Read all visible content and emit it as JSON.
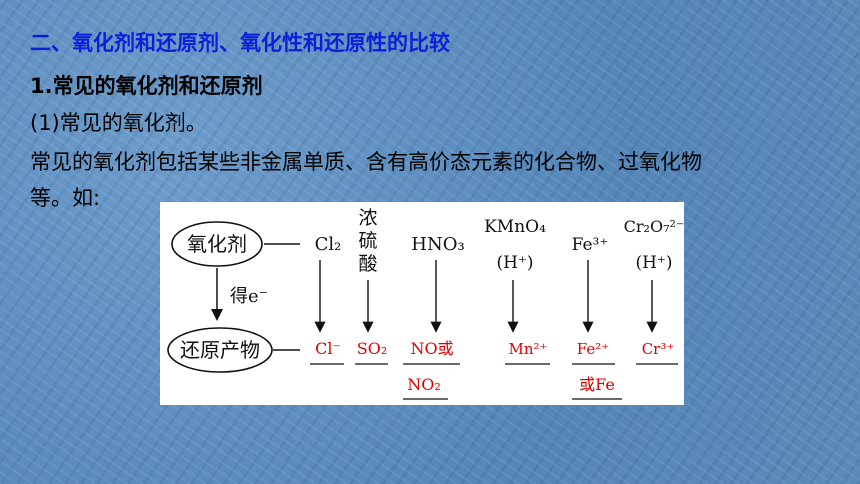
{
  "heading": "二、氧化剂和还原剂、氧化性和还原性的比较",
  "subheading": "1.常见的氧化剂和还原剂",
  "subsection": "(1)常见的氧化剂。",
  "paragraph_line1": "常见的氧化剂包括某些非金属单质、含有高价态元素的化合物、过氧化物",
  "paragraph_line2": "等。如:",
  "diagram": {
    "oxidant_label": "氧化剂",
    "gain_electron_label": "得e⁻",
    "product_label": "还原产物",
    "columns": [
      {
        "reagent": "Cl₂",
        "condition": "",
        "product": "Cl⁻",
        "product_line2": ""
      },
      {
        "reagent": "浓硫酸",
        "condition": "",
        "product": "SO₂",
        "product_line2": ""
      },
      {
        "reagent": "HNO₃",
        "condition": "",
        "product": "NO或",
        "product_line2": "NO₂"
      },
      {
        "reagent": "KMnO₄",
        "condition": "(H⁺)",
        "product": "Mn²⁺",
        "product_line2": ""
      },
      {
        "reagent": "Fe³⁺",
        "condition": "",
        "product": "Fe²⁺",
        "product_line2": "或Fe"
      },
      {
        "reagent": "Cr₂O₇²⁻",
        "condition": "(H⁺)",
        "product": "Cr³⁺",
        "product_line2": ""
      }
    ]
  }
}
